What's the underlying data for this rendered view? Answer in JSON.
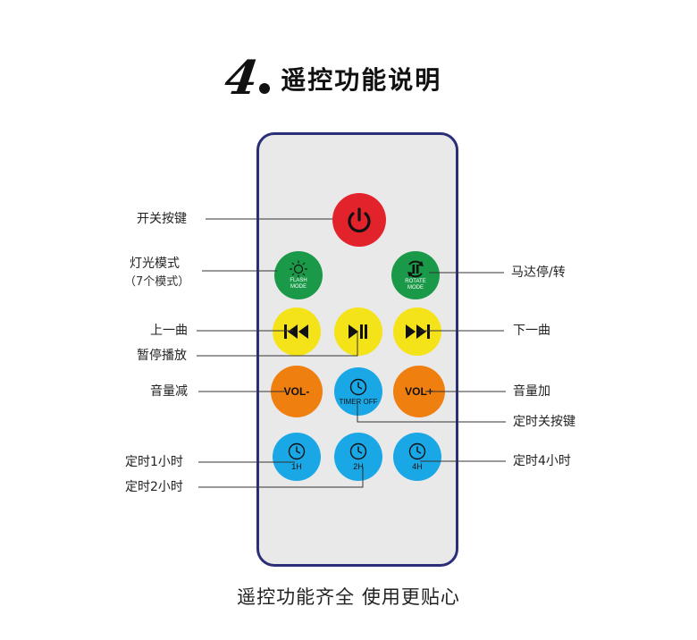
{
  "heading": {
    "number": "4",
    "title": "遥控功能说明"
  },
  "remote": {
    "power_icon": "power-icon",
    "flash_mode": {
      "icon": "sun-icon",
      "line1": "FLASH",
      "line2": "MODE"
    },
    "rotate_mode": {
      "icon": "rotate-pause-icon",
      "line1": "ROTATE",
      "line2": "MODE"
    },
    "prev_icon": "skip-previous-icon",
    "play_icon": "play-pause-icon",
    "next_icon": "skip-next-icon",
    "vol_down": "VOL-",
    "vol_up": "VOL+",
    "timer_off": "TIMER OFF",
    "timer_1h": "1H",
    "timer_2h": "2H",
    "timer_4h": "4H",
    "colors": {
      "frame": "#2b2f77",
      "body": "#e9e9ea",
      "power": "#e3232b",
      "green": "#1a9a48",
      "yellow": "#f5e31a",
      "orange": "#ef7f0f",
      "blue": "#1aa7e6"
    }
  },
  "labels": {
    "power": "开关按键",
    "flash": "灯光模式",
    "flash_sub": "（7个模式）",
    "prev": "上一曲",
    "play": "暂停播放",
    "vol_down": "音量减",
    "timer_1h": "定时1小时",
    "timer_2h": "定时2小时",
    "rotate": "马达停/转",
    "next": "下一曲",
    "vol_up": "音量加",
    "timer_off": "定时关按键",
    "timer_4h": "定时4小时"
  },
  "footer": "遥控功能齐全 使用更贴心"
}
